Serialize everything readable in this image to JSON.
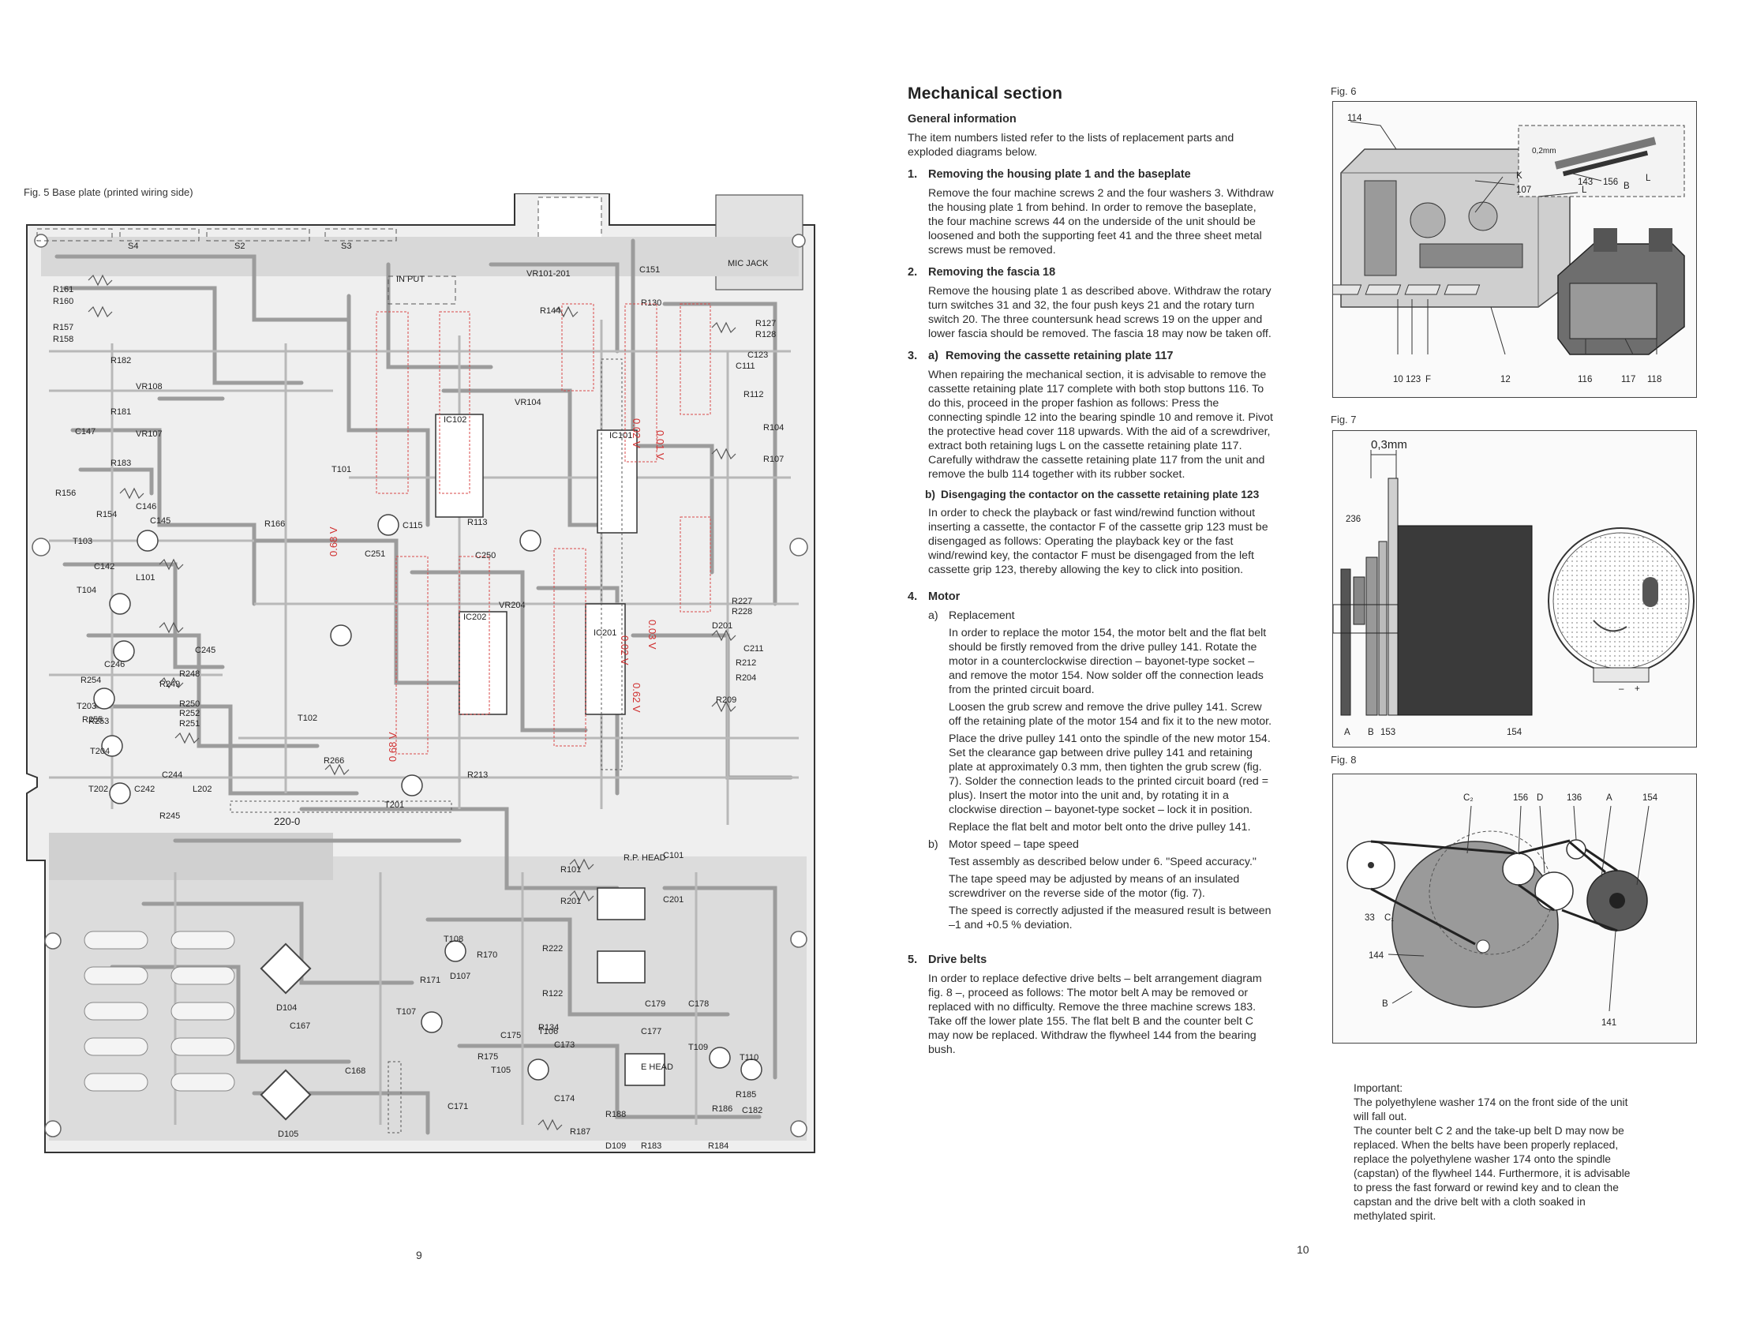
{
  "fig5": {
    "caption": "Fig. 5  Base plate (printed wiring side)",
    "labels": {
      "s4": "S4",
      "s2": "S2",
      "s3": "S3",
      "input": "IN PUT",
      "mic_jack": "MIC JACK",
      "vr": "VR101-201",
      "t101": "T101",
      "t102": "T102",
      "t103": "T103",
      "t104": "T104",
      "t105": "T105",
      "t106": "T106",
      "t107": "T107",
      "t108": "T108",
      "t109": "T109",
      "t110": "T110",
      "t201": "T201",
      "t202": "T202",
      "t203": "T203",
      "t204": "T204",
      "d104": "D104",
      "d105": "D105",
      "d107": "D107",
      "d109": "D109",
      "r101": "R101",
      "r201": "R201",
      "r154": "R154",
      "r156": "R156",
      "r157": "R157",
      "r158": "R158",
      "r160": "R160",
      "r161": "R161",
      "r182": "R182",
      "r181": "R181",
      "r183": "R183",
      "r166": "R166",
      "r266": "R266",
      "r245": "R245",
      "r248": "R248",
      "r249": "R249",
      "r250": "R250",
      "r252": "R252",
      "r251": "R251",
      "r253": "R253",
      "r254": "R254",
      "r255": "R255",
      "r144": "R144",
      "r130": "R130",
      "r127": "R127",
      "r128": "R128",
      "r112": "R112",
      "r104": "R104",
      "r107": "R107",
      "r113": "R113",
      "r213": "R213",
      "r227": "R227",
      "r228": "R228",
      "r212": "R212",
      "r204": "R204",
      "r209": "R209",
      "r186": "R186",
      "r184": "R184",
      "r185": "R185",
      "r188": "R188",
      "r187": "R187",
      "r183b": "R183",
      "r175": "R175",
      "r170": "R170",
      "r171": "R171",
      "r122": "R122",
      "r222": "R222",
      "r134": "R134",
      "c147": "C147",
      "c146": "C146",
      "c145": "C145",
      "c142": "C142",
      "c246": "C246",
      "c245": "C245",
      "c244": "C244",
      "c242": "C242",
      "c250": "C250",
      "c151": "C151",
      "c123": "C123",
      "c111": "C111",
      "c201": "C201",
      "c101": "C101",
      "c167": "C167",
      "c168": "C168",
      "c171": "C171",
      "c175": "C175",
      "c177": "C177",
      "c178": "C178",
      "c179": "C179",
      "c182": "C182",
      "c173": "C173",
      "c174": "C174",
      "c211": "C211",
      "c115": "C115",
      "c251": "C251",
      "l101": "L101",
      "l202": "L202",
      "d201": "D201",
      "head_rp": "R.P. HEAD",
      "head_e": "E HEAD",
      "vr104": "VR104",
      "vr204": "VR204",
      "vr108": "VR108",
      "vr107": "VR107",
      "ic101": "IC101",
      "ic201": "IC201",
      "ic202": "IC202",
      "ic102": "IC102",
      "board_id": "220-0",
      "v1": "0.02 V",
      "v2": "0.01 V",
      "v3": "0.02 V",
      "v4": "0.03 V",
      "v5": "0.68 V",
      "v6": "0.68 V",
      "v7": "0.62 V"
    },
    "page_number": "9"
  },
  "text": {
    "title": "Mechanical section",
    "general_heading": "General information",
    "general_body": "The item numbers listed refer to the lists of replacement parts and exploded diagrams below.",
    "s1": {
      "num": "1.",
      "heading": "Removing the housing plate 1 and the baseplate",
      "body": "Remove the four machine screws 2 and the four washers 3. Withdraw the housing plate 1 from behind. In order to remove the baseplate, the four machine screws 44 on the underside of the unit should be loosened and both the supporting feet 41 and the three sheet metal screws must be removed."
    },
    "s2": {
      "num": "2.",
      "heading": "Removing the fascia 18",
      "body": "Remove the housing plate 1 as described above. Withdraw the rotary turn switches 31 and 32, the four push keys 21 and the rotary turn switch 20. The three countersunk head screws 19 on the upper and lower fascia should be removed. The fascia 18 may now be taken off."
    },
    "s3": {
      "num": "3.",
      "a_label": "a)",
      "a_heading": "Removing the cassette retaining plate 117",
      "a_body": "When repairing the mechanical section, it is advisable to remove the cassette retaining plate 117 complete with both stop buttons 116. To do this, proceed in the proper fashion as follows: Press the connecting spindle 12 into the bearing spindle 10 and remove it. Pivot the protective head cover 118 upwards. With the aid of a screwdriver, extract both retaining lugs L on the cassette retaining plate 117. Carefully withdraw the cassette retaining plate 117 from the unit and remove the bulb 114 together with its rubber socket.",
      "b_label": "b)",
      "b_heading": "Disengaging the contactor on the cassette retaining plate 123",
      "b_body": "In order to check the playback or fast wind/rewind function without inserting a cassette, the contactor F of the cassette grip 123 must be disengaged as follows: Operating the playback key or the fast wind/rewind key, the contactor F must be disengaged from the left cassette grip 123, thereby allowing the key to click into position."
    },
    "s4": {
      "num": "4.",
      "heading": "Motor",
      "a_label": "a)",
      "a_title": "Replacement",
      "a_p1": "In order to replace the motor 154, the motor belt and the flat belt should be firstly removed from the drive pulley 141. Rotate the motor in a counterclockwise direction – bayonet-type socket – and remove the motor 154. Now solder off the connection leads from the printed circuit board.",
      "a_p2": "Loosen the grub screw and remove the drive pulley 141. Screw off the retaining plate of the motor 154 and fix it to the new motor.",
      "a_p3": "Place the drive pulley 141 onto the spindle of the new motor 154. Set the clearance gap between drive pulley 141 and retaining plate at approximately 0.3 mm, then tighten the grub screw (fig. 7). Solder the connection leads to the printed circuit board (red = plus). Insert the motor into the unit and, by rotating it in a clockwise direction – bayonet-type socket – lock it in position.",
      "a_p4": "Replace the flat belt and motor belt onto the drive pulley 141.",
      "b_label": "b)",
      "b_title": "Motor speed – tape speed",
      "b_p1": "Test assembly as described below under 6. \"Speed accuracy.\"",
      "b_p2": "The tape speed may be adjusted by means of an insulated screwdriver on the reverse side of the motor (fig. 7).",
      "b_p3": "The speed is correctly adjusted if the measured result is between –1 and +0.5 % deviation."
    },
    "s5": {
      "num": "5.",
      "heading": "Drive belts",
      "body": "In order to replace defective drive belts – belt arrangement diagram fig. 8 –, proceed as follows: The motor belt A may be removed or replaced with no difficulty. Remove the three machine screws 183. Take off the lower plate 155. The flat belt B and the counter belt C may now be replaced. Withdraw the flywheel 144 from the bearing bush."
    },
    "page_number": "10"
  },
  "fig6": {
    "label": "Fig. 6",
    "parts": {
      "p114": "114",
      "p107": "107",
      "pK": "K",
      "pL": "L",
      "pL2": "L",
      "pB": "B",
      "gap": "0,2mm",
      "p143": "143",
      "p156": "156",
      "p10": "10",
      "p123": "123",
      "pF": "F",
      "p12": "12",
      "p116": "116",
      "p117": "117",
      "p118": "118"
    }
  },
  "fig7": {
    "label": "Fig. 7",
    "parts": {
      "gap": "0,3mm",
      "p236": "236",
      "pA": "A",
      "pB": "B",
      "p153": "153",
      "p154": "154",
      "minus": "–",
      "plus": "+"
    }
  },
  "fig8": {
    "label": "Fig. 8",
    "parts": {
      "c2": "C₂",
      "p156": "156",
      "pD": "D",
      "p136": "136",
      "pA": "A",
      "p154": "154",
      "p33": "33",
      "c1": "C₁",
      "p144": "144",
      "pB": "B",
      "p141": "141"
    }
  },
  "important": {
    "heading": "Important:",
    "p1": "The polyethylene washer 174 on the front side of the unit will fall out.",
    "p2": "The counter belt C 2 and the take-up belt D may now be replaced. When the belts have been properly replaced, replace the polyethylene washer 174 onto the spindle (capstan) of the flywheel 144. Furthermore, it is advisable to press the fast forward or rewind key and to clean the capstan and the drive belt with a cloth soaked in methylated spirit."
  },
  "colors": {
    "trace": "#a9a9a9",
    "board_bg": "#e9e9e9",
    "annotation": "#d03030",
    "ink": "#2a2a2a"
  }
}
